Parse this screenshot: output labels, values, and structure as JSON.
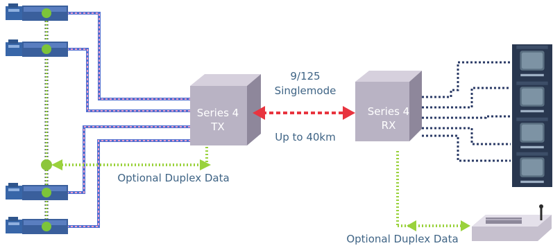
{
  "diagram": {
    "link_label_line1": "9/125",
    "link_label_line2": "Singlemode",
    "link_distance": "Up to 40km",
    "tx_line1": "Series 4",
    "tx_line2": "TX",
    "rx_line1": "Series 4",
    "rx_line2": "RX",
    "duplex_left": "Optional Duplex Data",
    "duplex_right": "Optional Duplex Data"
  },
  "colors": {
    "box_face": "#b9b3c4",
    "box_top": "#d6d0dd",
    "box_side": "#8e879b",
    "fiber": "#e8343f",
    "data_green": "#9ad23c",
    "data_dark": "#2b3b66",
    "cable_blue": "#4f6fd1",
    "cable_pink": "#f2a0c8",
    "text_blue": "#3f6485",
    "monitor_body": "#29374f",
    "monitor_screen": "#5b7082",
    "camera_blue": "#3866a8"
  },
  "icons": {
    "camera": "cctv-camera-icon",
    "monitor": "crt-monitor-icon",
    "keyboard": "control-keyboard-icon"
  }
}
